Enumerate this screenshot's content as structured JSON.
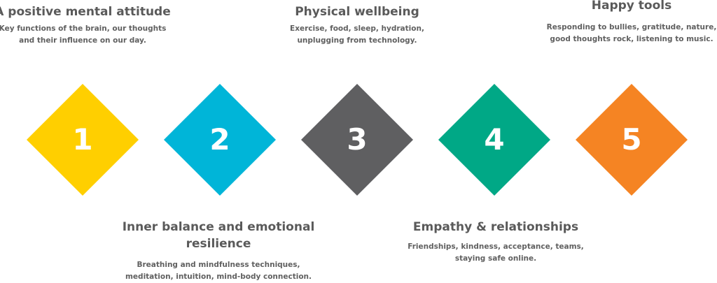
{
  "steps": [
    {
      "number": "1",
      "title": "A positive mental attitude",
      "desc1": "Key functions of the brain, our thoughts",
      "desc2": "and their influence on our day.",
      "color": "#FFCF00"
    },
    {
      "number": "2",
      "title": "Inner balance and emotional",
      "title2": "resilience",
      "desc1": "Breathing and mindfulness techniques,",
      "desc2": "meditation, intuition, mind-body connection.",
      "color": "#00B5D8"
    },
    {
      "number": "3",
      "title": "Physical wellbeing",
      "desc1": "Exercise, food, sleep, hydration,",
      "desc2": "unplugging from technology.",
      "color": "#5F5F61"
    },
    {
      "number": "4",
      "title": "Empathy & relationships",
      "desc1": "Friendships, kindness, acceptance, teams,",
      "desc2": "staying safe online.",
      "color": "#00A886"
    },
    {
      "number": "5",
      "title": "Happy tools",
      "desc1": "Responding to bullies, gratitude, nature,",
      "desc2": "good thoughts rock, listening to music.",
      "color": "#F58423"
    }
  ]
}
